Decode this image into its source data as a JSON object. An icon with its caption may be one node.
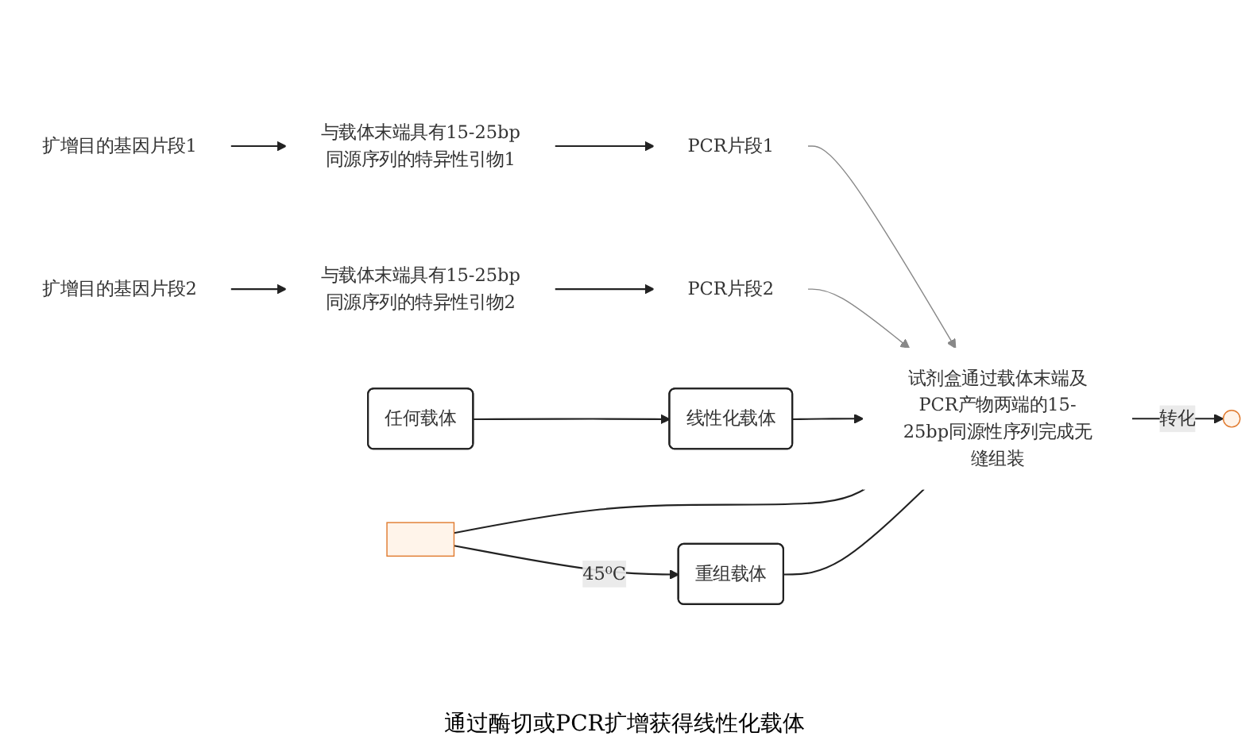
{
  "diagram": {
    "nodes": [
      {
        "text": [
          "扩增目的基因片段1"
        ]
      },
      {
        "text": [
          "与载体末端具有15-25bp同源序列的特异性引物1"
        ]
      },
      {
        "text": [
          "PCR片段1"
        ]
      },
      {
        "text": [
          "扩增目的基因片段2"
        ]
      },
      {
        "text": [
          "与载体末端具有15-25bp同源序列的特异性引物2"
        ]
      },
      {
        "text": [
          "PCR片段2"
        ]
      },
      {
        "text": [
          "任何载体"
        ]
      },
      {
        "text": [
          "线性化载体"
        ]
      },
      {
        "text": [
          "试剂盒通过载体末端及PCR产物两端的15-25bp同源性序列完成无缝组装"
        ]
      },
      {
        "text": [],
        "shape": "box"
      },
      {
        "text": [
          "重组载体"
        ]
      },
      {
        "text": [],
        "shape": "circle"
      }
    ],
    "edges": [
      {
        "from": 0,
        "to": 1,
        "arrow": "to"
      },
      {
        "from": 1,
        "to": 2,
        "arrow": "to"
      },
      {
        "from": 3,
        "to": 4,
        "arrow": "to"
      },
      {
        "from": 4,
        "to": 5,
        "arrow": "to"
      },
      {
        "from": 6,
        "to": 7,
        "arrow": "to"
      },
      {
        "from": 2,
        "to": 8,
        "arrow": "to",
        "color": "#888888"
      },
      {
        "from": 5,
        "to": 8,
        "arrow": "to",
        "color": "#888888"
      },
      {
        "from": 7,
        "to": 8,
        "arrow": "to"
      },
      {
        "from": 9,
        "to": 10,
        "arrow": "to",
        "label": "45⁰C"
      },
      {
        "from": 9,
        "to": 8,
        "arrow": "none"
      },
      {
        "from": 10,
        "to": 8,
        "arrow": "none"
      },
      {
        "from": 8,
        "to": 11,
        "arrow": "to",
        "label": "转化"
      }
    ],
    "labels": [
      "通过酶切或PCR扩增获得线性化载体"
    ]
  }
}
